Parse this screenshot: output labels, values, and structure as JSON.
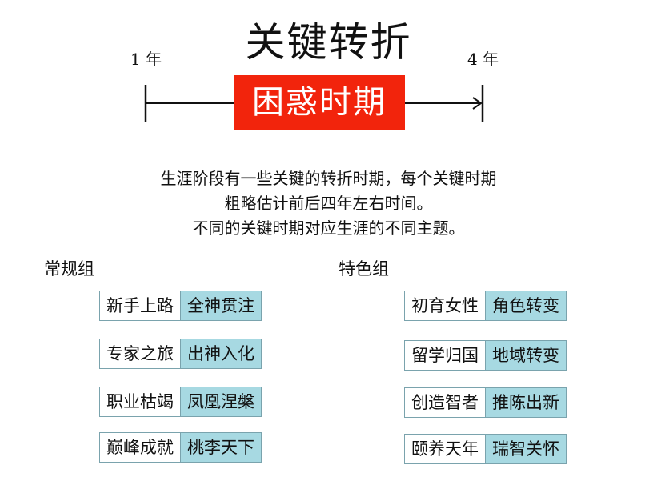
{
  "title": "关键转折",
  "timeline": {
    "start_label": "1 年",
    "end_label": "4 年",
    "highlight": "困惑时期"
  },
  "description": [
    "生涯阶段有一些关键的转折时期，每个关键时期",
    "粗略估计前后四年左右时间。",
    "不同的关键时期对应生涯的不同主题。"
  ],
  "groups": {
    "regular": {
      "label": "常规组",
      "items": [
        {
          "stage": "新手上路",
          "theme": "全神贯注"
        },
        {
          "stage": "专家之旅",
          "theme": "出神入化"
        },
        {
          "stage": "职业枯竭",
          "theme": "凤凰涅槃"
        },
        {
          "stage": "巅峰成就",
          "theme": "桃李天下"
        }
      ]
    },
    "special": {
      "label": "特色组",
      "items": [
        {
          "stage": "初育女性",
          "theme": "角色转变"
        },
        {
          "stage": "留学归国",
          "theme": "地域转变"
        },
        {
          "stage": "创造智者",
          "theme": "推陈出新"
        },
        {
          "stage": "颐养天年",
          "theme": "瑞智关怀"
        }
      ]
    }
  },
  "colors": {
    "highlight_bg": "#f2240c",
    "theme_bg": "#a7d9e2",
    "border": "#7aa3ad"
  }
}
